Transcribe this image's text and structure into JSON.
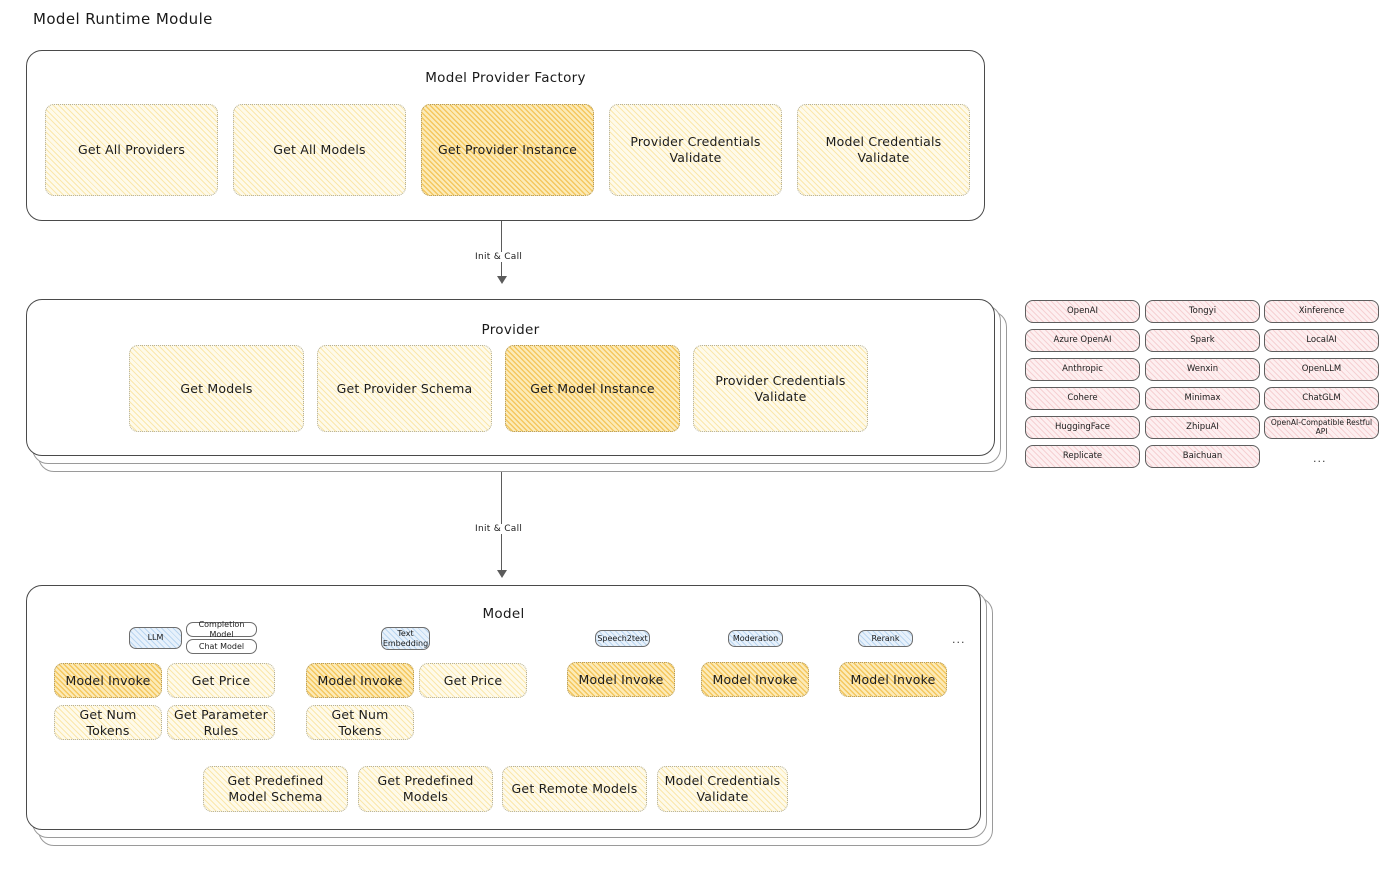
{
  "page": {
    "title": "Model Runtime Module"
  },
  "arrows": [
    {
      "label": "Init & Call"
    },
    {
      "label": "Init & Call"
    }
  ],
  "factory": {
    "title": "Model Provider Factory",
    "nodes": [
      {
        "label": "Get All Providers",
        "highlight": false
      },
      {
        "label": "Get All Models",
        "highlight": false
      },
      {
        "label": "Get Provider Instance",
        "highlight": true
      },
      {
        "label": "Provider Credentials Validate",
        "highlight": false
      },
      {
        "label": "Model Credentials Validate",
        "highlight": false
      }
    ]
  },
  "provider": {
    "title": "Provider",
    "nodes": [
      {
        "label": "Get Models",
        "highlight": false
      },
      {
        "label": "Get Provider Schema",
        "highlight": false
      },
      {
        "label": "Get Model Instance",
        "highlight": true
      },
      {
        "label": "Provider Credentials Validate",
        "highlight": false
      }
    ]
  },
  "provider_list": {
    "columns": [
      [
        "OpenAI",
        "Azure OpenAI",
        "Anthropic",
        "Cohere",
        "HuggingFace",
        "Replicate"
      ],
      [
        "Tongyi",
        "Spark",
        "Wenxin",
        "Minimax",
        "ZhipuAI",
        "Baichuan"
      ],
      [
        "Xinference",
        "LocalAI",
        "OpenLLM",
        "ChatGLM",
        "OpenAI-Compatible Restful API"
      ]
    ],
    "more": "..."
  },
  "model": {
    "title": "Model",
    "more": "...",
    "groups": [
      {
        "type_badge": "LLM",
        "sub_badges": [
          "Completion Model",
          "Chat Model"
        ],
        "nodes": [
          {
            "label": "Model Invoke",
            "highlight": true
          },
          {
            "label": "Get Price",
            "highlight": false
          },
          {
            "label": "Get Num Tokens",
            "highlight": false
          },
          {
            "label": "Get Parameter Rules",
            "highlight": false
          }
        ]
      },
      {
        "type_badge": "Text Embedding",
        "sub_badges": [],
        "nodes": [
          {
            "label": "Model Invoke",
            "highlight": true
          },
          {
            "label": "Get Price",
            "highlight": false
          },
          {
            "label": "Get Num Tokens",
            "highlight": false
          }
        ]
      },
      {
        "type_badge": "Speech2text",
        "sub_badges": [],
        "nodes": [
          {
            "label": "Model Invoke",
            "highlight": true
          }
        ]
      },
      {
        "type_badge": "Moderation",
        "sub_badges": [],
        "nodes": [
          {
            "label": "Model Invoke",
            "highlight": true
          }
        ]
      },
      {
        "type_badge": "Rerank",
        "sub_badges": [],
        "nodes": [
          {
            "label": "Model Invoke",
            "highlight": true
          }
        ]
      }
    ],
    "common_nodes": [
      {
        "label": "Get Predefined Model Schema"
      },
      {
        "label": "Get Predefined Models"
      },
      {
        "label": "Get Remote Models"
      },
      {
        "label": "Model Credentials Validate"
      }
    ]
  },
  "colors": {
    "node_light": "#fefaea",
    "node_highlight": "#fcebb8",
    "badge_blue": "#e7f1fb",
    "pill_pink": "#fdeff0",
    "panel_border": "#4a4a4a"
  }
}
